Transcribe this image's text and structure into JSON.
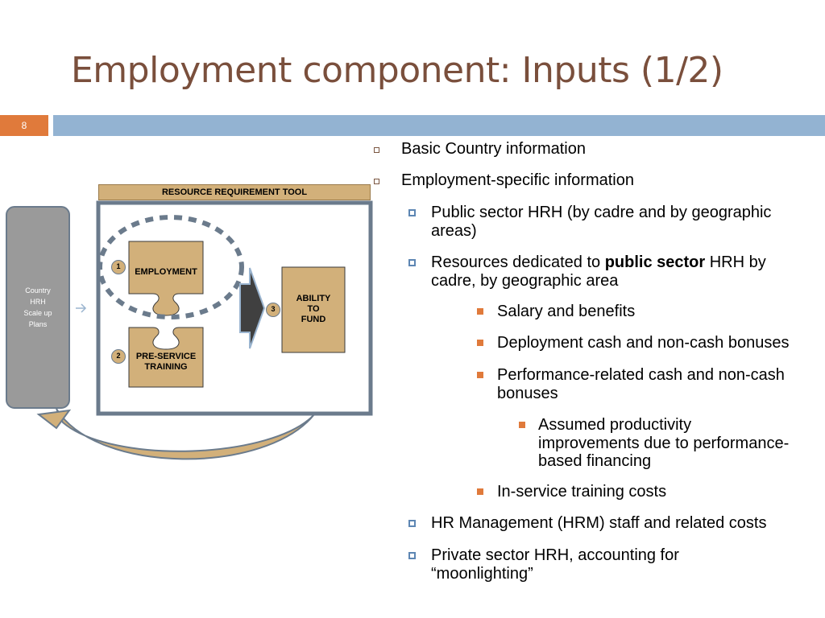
{
  "slide": {
    "title": "Employment component: Inputs (1/2)",
    "number": "8"
  },
  "diagram": {
    "tool_label": "RESOURCE REQUIREMENT TOOL",
    "left_panel": [
      "Country",
      "HRH",
      "Scale up",
      "Plans"
    ],
    "employment_label": "EMPLOYMENT",
    "preservice_label": [
      "PRE-SERVICE",
      "TRAINING"
    ],
    "ability_label": [
      "ABILITY",
      "TO",
      "FUND"
    ],
    "step1": "1",
    "step2": "2",
    "step3": "3"
  },
  "bullets": {
    "basic_info": "Basic Country information",
    "employment_info": "Employment-specific information",
    "public_sector_hrh": "Public sector HRH (by cadre and by geographic",
    "public_sector_hrh_cont": "areas)",
    "resources_pre": "Resources dedicated to ",
    "resources_bold": "public sector",
    "resources_post": " HRH by",
    "resources_cont": "cadre, by geographic area",
    "salary": "Salary and benefits",
    "deployment": "Deployment cash and non-cash bonuses",
    "performance": "Performance-related cash and non-cash",
    "performance_cont": "bonuses",
    "assumed_1": "Assumed productivity",
    "assumed_2": "improvements due to performance-",
    "assumed_3": "based financing",
    "inservice": "In-service training costs",
    "hrm": "HR Management (HRM) staff and related costs",
    "private_1": "Private sector HRH, accounting for",
    "private_2": "“moonlighting”"
  },
  "colors": {
    "title": "#7a4f3c",
    "accent_orange": "#e07a3b",
    "accent_blue": "#93b3d2",
    "box_tan": "#d2b07a",
    "frame_slate": "#6b7b8c"
  }
}
